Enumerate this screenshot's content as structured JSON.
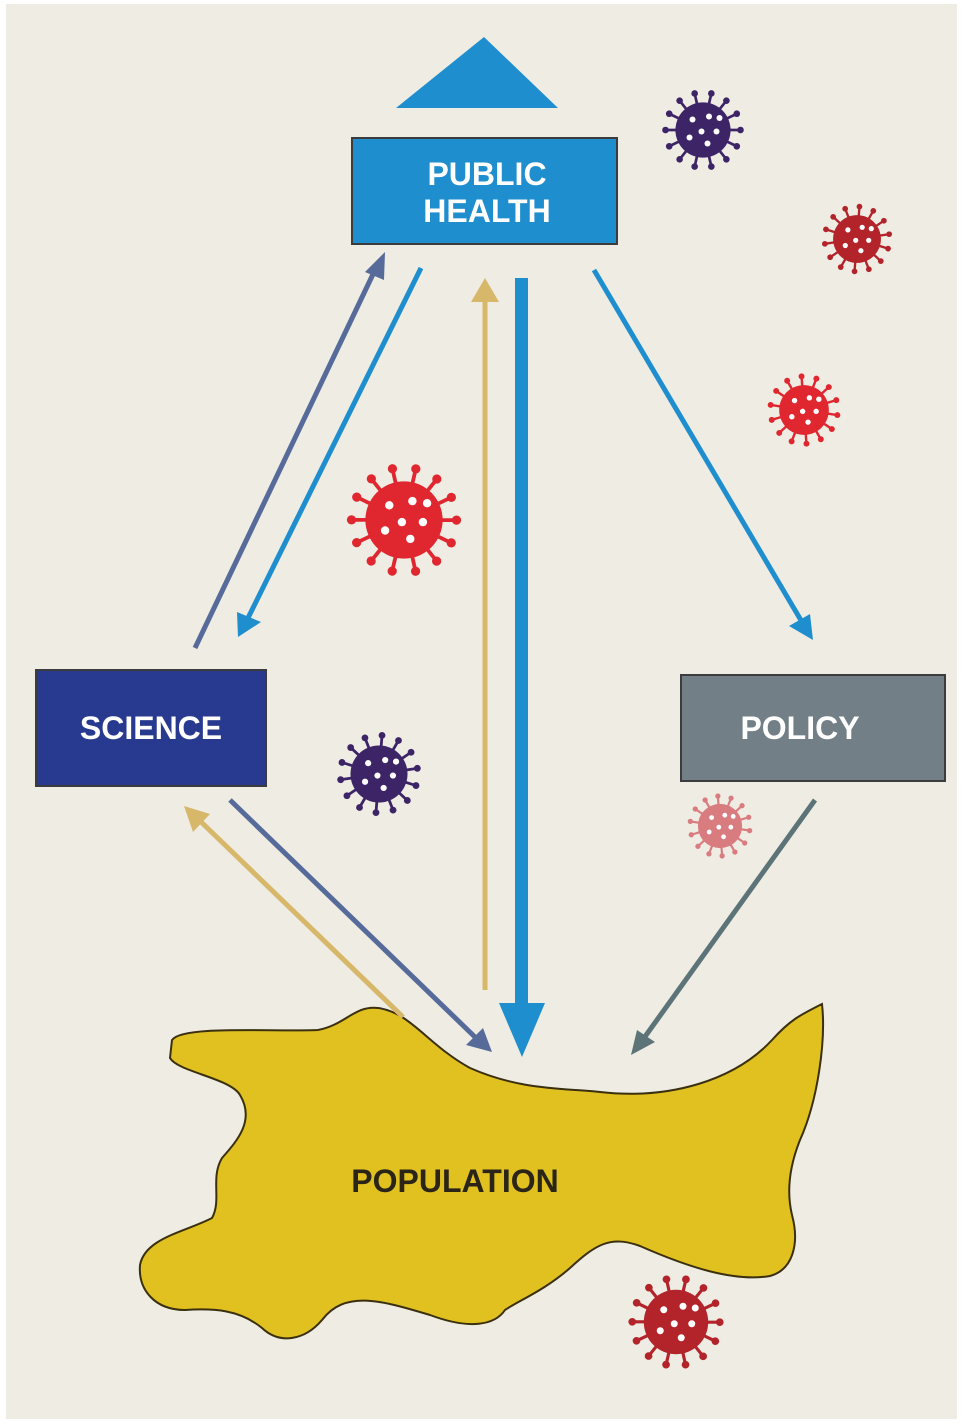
{
  "diagram": {
    "nodes": {
      "public_health": {
        "line1": "PUBLIC",
        "line2": "HEALTH",
        "color": "#1f8ece"
      },
      "science": {
        "label": "SCIENCE",
        "color": "#283a8f"
      },
      "policy": {
        "label": "POLICY",
        "color": "#727f86"
      },
      "population": {
        "label": "POPULATION",
        "color": "#e1c11f"
      }
    },
    "colors": {
      "background": "#efece3",
      "text_light": "#ffffff",
      "text_dark": "#2b2517",
      "arrow_blue": "#1f8ece",
      "arrow_slate": "#566b9a",
      "arrow_tan": "#d7b76a",
      "arrow_gray": "#5c7478",
      "virus_purple": "#3c2466",
      "virus_red": "#e0262e",
      "virus_darkred": "#b3232a",
      "virus_pink": "#d97c80"
    },
    "icons": [
      "roof-triangle-icon",
      "virus-icon"
    ]
  }
}
